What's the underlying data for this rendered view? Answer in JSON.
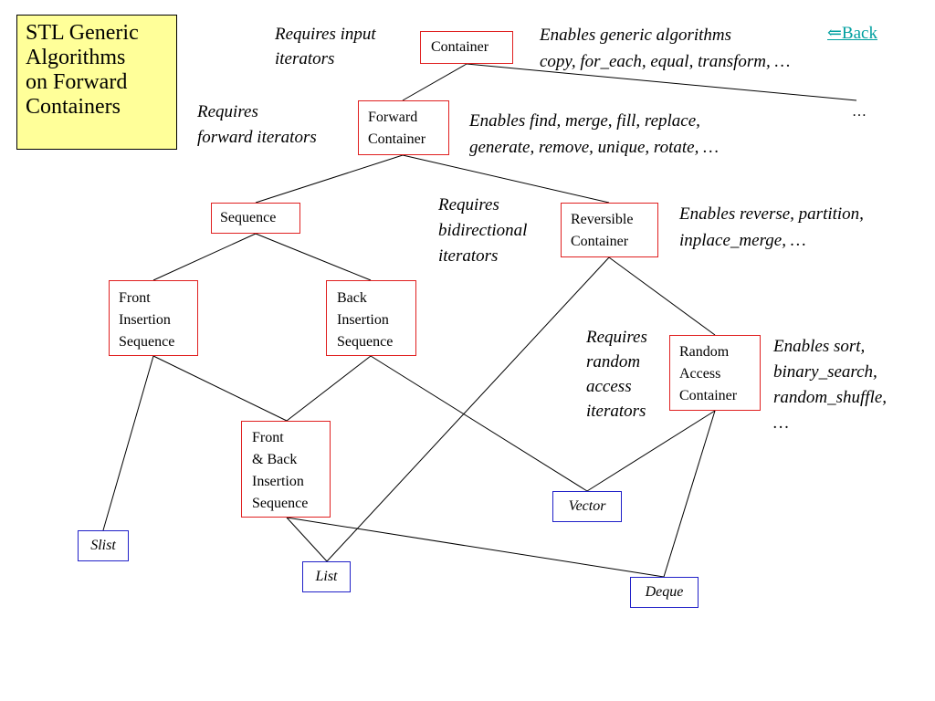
{
  "title": {
    "lines": [
      "STL Generic",
      "Algorithms",
      "on Forward",
      "Containers"
    ]
  },
  "back_link": "⇐Back",
  "ellipsis": "…",
  "nodes": {
    "container": [
      "Container"
    ],
    "forward_container": [
      "Forward",
      "Container"
    ],
    "sequence": [
      "Sequence"
    ],
    "reversible_container": [
      "Reversible",
      "Container"
    ],
    "front_insertion_sequence": [
      "Front",
      "Insertion",
      "Sequence"
    ],
    "back_insertion_sequence": [
      "Back",
      "Insertion",
      "Sequence"
    ],
    "front_back_insertion_sequence": [
      "Front",
      "& Back",
      "Insertion",
      "Sequence"
    ],
    "random_access_container": [
      "Random",
      "Access",
      "Container"
    ],
    "slist": [
      "Slist"
    ],
    "list": [
      "List"
    ],
    "vector": [
      "Vector"
    ],
    "deque": [
      "Deque"
    ]
  },
  "notes": {
    "requires_input": [
      "Requires input",
      "iterators"
    ],
    "enables_generic": [
      "Enables generic algorithms",
      "copy, for_each, equal, transform, …"
    ],
    "requires_forward": [
      "Requires",
      "forward  iterators"
    ],
    "enables_find": [
      "Enables find, merge, fill, replace,",
      "generate, remove, unique, rotate, …"
    ],
    "requires_bidirectional": [
      "Requires",
      "bidirectional",
      "iterators"
    ],
    "enables_reverse": [
      "Enables reverse, partition,",
      "inplace_merge, …"
    ],
    "requires_random": [
      "Requires",
      "random",
      "access",
      "iterators"
    ],
    "enables_sort": [
      "Enables sort,",
      "binary_search,",
      "random_shuffle,",
      "…"
    ]
  },
  "colors": {
    "title_bg": "#ffff99",
    "concept_border": "#e02020",
    "model_border": "#2020c8",
    "link": "#00a0a0"
  }
}
